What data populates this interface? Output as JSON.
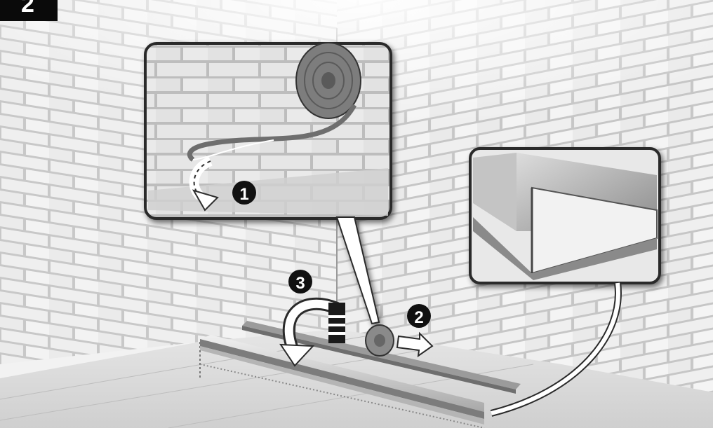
{
  "figure": {
    "step_number": "2",
    "callouts": [
      {
        "number": "1",
        "icon": "tape-roll-adhesive-icon"
      },
      {
        "number": "2",
        "icon": "push-right-arrow-icon"
      },
      {
        "number": "3",
        "icon": "rotate-down-arrow-icon"
      }
    ],
    "insets": [
      "adhesive-tape-roll-inset",
      "rail-profile-inset"
    ]
  },
  "colors": {
    "badge": "#0a0a0a",
    "brick": "#eeeeee",
    "mortar": "#c9c9c9",
    "callout_circle": "#111111",
    "tape": "#7a7a7a"
  }
}
